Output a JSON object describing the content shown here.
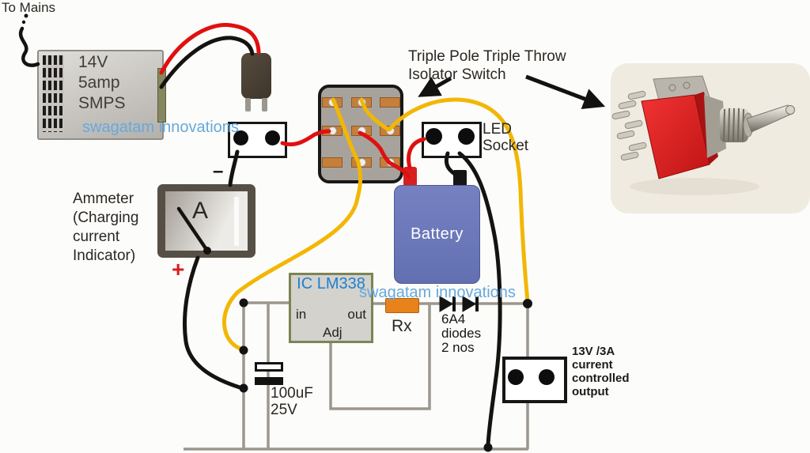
{
  "diagram": {
    "to_mains": "To Mains",
    "smps": {
      "line1": "14V",
      "line2": "5amp",
      "line3": "SMPS"
    },
    "watermark_top": "swagatam innovations",
    "watermark_mid": "swagatam innovations",
    "isolator": {
      "line1": "Triple Pole Triple Throw",
      "line2": "Isolator Switch"
    },
    "led_socket": {
      "line1": "LED",
      "line2": "Socket"
    },
    "battery": {
      "label": "Battery"
    },
    "ammeter": {
      "line1": "Ammeter",
      "line2": "(Charging",
      "line3": "current",
      "line4": "Indicator)",
      "meter_symbol": "A",
      "minus": "–",
      "plus": "+"
    },
    "ic": {
      "line1": "IC",
      "line2": "LM338",
      "pin_in": "in",
      "pin_out": "out",
      "pin_adj": "Adj"
    },
    "resistor": {
      "label": "Rx"
    },
    "diodes": {
      "line1": "6A4",
      "line2": "diodes",
      "line3": "2 nos"
    },
    "capacitor": {
      "line1": "100uF",
      "line2": "25V"
    },
    "output": {
      "line1": "13V /3A",
      "line2": "current",
      "line3": "controlled",
      "line4": "output"
    }
  },
  "colors": {
    "wire_red": "#e01010",
    "wire_black": "#151310",
    "wire_yellow": "#f2b705",
    "wire_gray": "#9b978e",
    "battery_fill": "#6b77bb",
    "matrix_fill": "#a8a29c",
    "pad_fill": "#c67f39",
    "ic_border": "#7c8454",
    "ic_text_blue": "#1d80cf",
    "watermark_blue": "#67a9dc",
    "resistor_fill": "#e8821a",
    "toggle_switch_red": "#d92121",
    "terminal_red": "#d81f1f"
  }
}
